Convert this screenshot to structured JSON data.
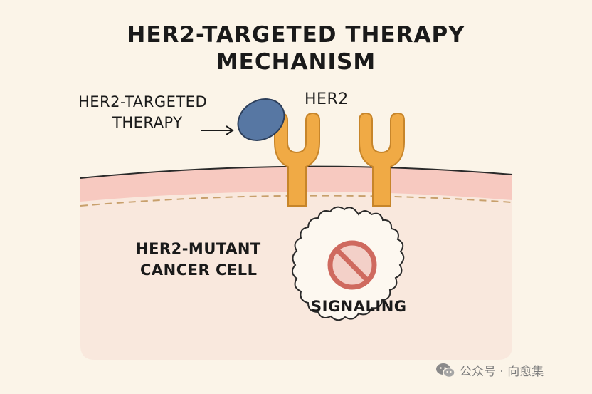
{
  "title": {
    "line1": "HER2-TARGETED THERAPY",
    "line2": "MECHANISM"
  },
  "labels": {
    "therapy_line1": "HER2-TARGETED",
    "therapy_line2": "THERAPY",
    "her2": "HER2",
    "cell_line1": "HER2-MUTANT",
    "cell_line2": "CANCER CELL",
    "signaling": "SIGNALING"
  },
  "watermark": {
    "icon": "wechat-icon",
    "text": "公众号 · 向愈集"
  },
  "colors": {
    "background": "#fbf4e8",
    "membrane": "#f7c9c0",
    "cytoplasm": "#f9e8dd",
    "receptor": "#f0aa45",
    "therapy_molecule": "#5777a3",
    "inhibit_symbol": "#cf6a5f"
  }
}
